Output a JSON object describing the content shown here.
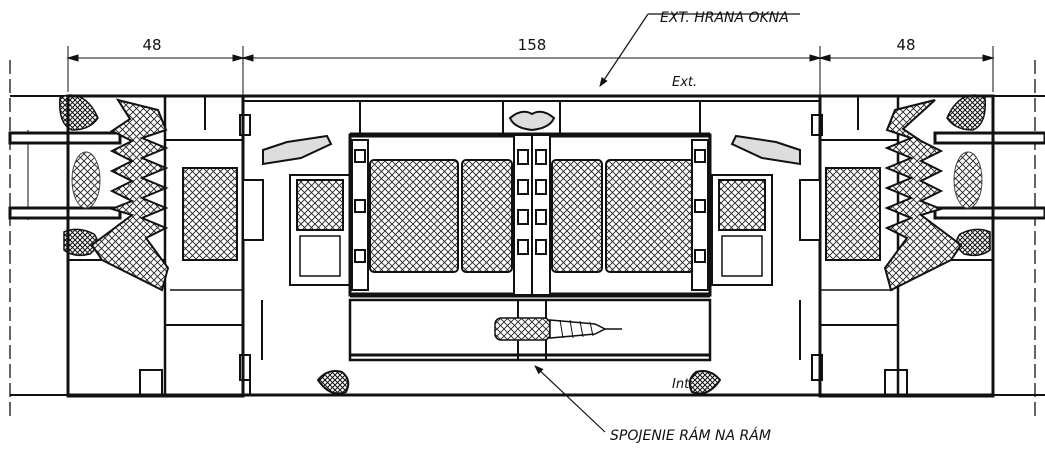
{
  "dimensions": {
    "left": "48",
    "center": "158",
    "right": "48"
  },
  "annotations": {
    "ext_edge": "EXT. HRANA OKNA",
    "exterior": "Ext.",
    "interior": "Int.",
    "frame_joint": "SPOJENIE RÁM NA RÁM"
  },
  "colors": {
    "line": "#111111",
    "paper": "#ffffff",
    "hatch": "#333333"
  }
}
